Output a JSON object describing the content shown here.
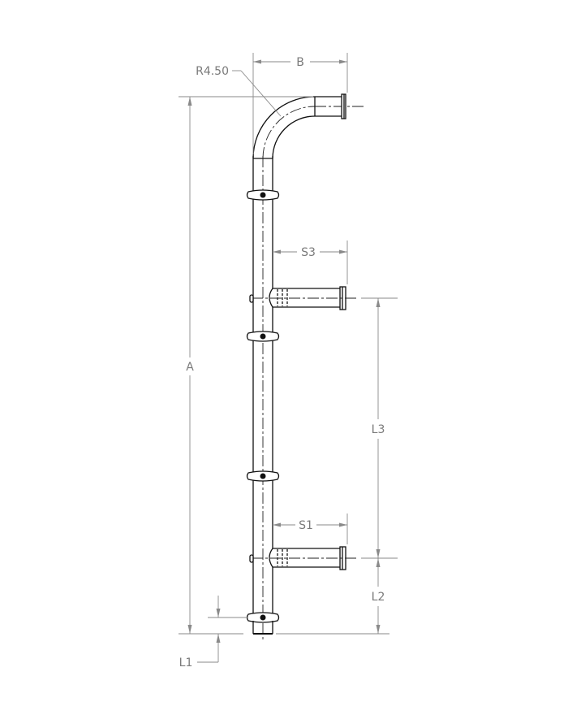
{
  "drawing": {
    "type": "technical-drawing",
    "subject": "pipe manifold with bent top outlet and two side branch outlets",
    "labels": {
      "radius": "R4.50",
      "width_top": "B",
      "overall_height": "A",
      "branch_upper_offset": "S3",
      "branch_lower_offset": "S1",
      "branch_spacing": "L3",
      "lower_branch_height": "L2",
      "bottom_offset": "L1"
    },
    "colors": {
      "part_line": "#111111",
      "dimension_line": "#8a8a8a",
      "label_text": "#7a7a7a",
      "background": "#ffffff"
    },
    "clamp_count": 4,
    "branch_count": 2
  }
}
